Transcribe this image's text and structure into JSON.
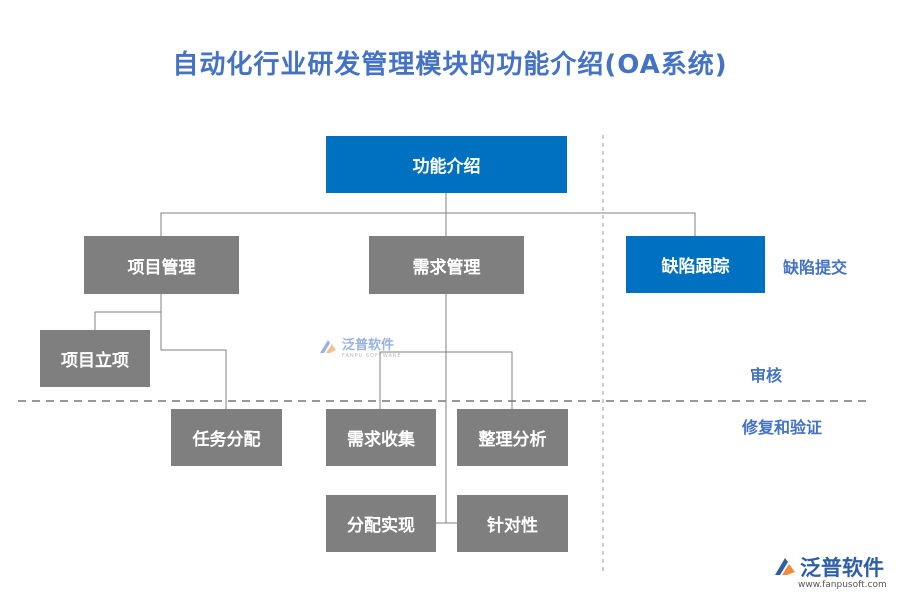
{
  "title": "自动化行业研发管理模块的功能介绍(OA系统)",
  "nodes": {
    "root": "功能介绍",
    "project_mgmt": "项目管理",
    "requirement_mgmt": "需求管理",
    "defect_tracking": "缺陷跟踪",
    "project_setup": "项目立项",
    "task_assign": "任务分配",
    "req_collect": "需求收集",
    "analysis": "整理分析",
    "impl": "分配实现",
    "targeted": "针对性"
  },
  "side_labels": {
    "defect_submit": "缺陷提交",
    "review": "审核",
    "fix_verify": "修复和验证"
  },
  "watermark": {
    "cn": "泛普软件",
    "en": "FANPU SOFTWARE",
    "url": "www.fanpusoft.com"
  },
  "colors": {
    "title": "#4472c4",
    "gray_box": "#7f7f7f",
    "blue_box": "#0070c0",
    "connector": "#808080",
    "dashed": "#999999"
  }
}
